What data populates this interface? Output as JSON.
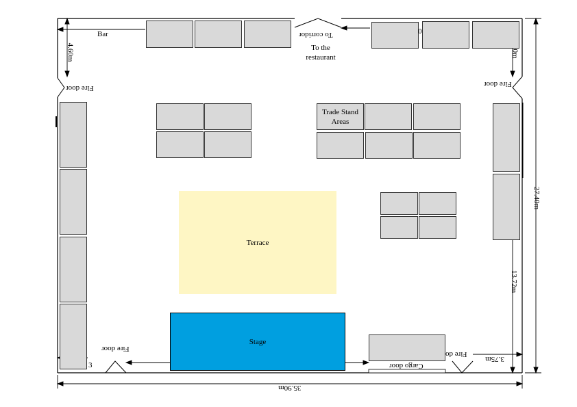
{
  "labels": {
    "bar": "Bar",
    "to_corridor": "To corridor",
    "to_restaurant": "To the restaurant",
    "fire_door": "Fire door",
    "fire_door_partial": "Fire do",
    "cargo_door": "Cargo door",
    "trade_stand_areas": "Trade Stand Areas",
    "terrace": "Terrace",
    "stage": "Stage"
  },
  "dimensions": {
    "width_total": "35.90m",
    "height_total": "27.40m",
    "left_top": "4.60m",
    "right_top": "0m",
    "right_mid": "13.72m",
    "bottom_right": "3.75m",
    "bottom_left": "3",
    "top_mid": "0"
  },
  "colors": {
    "stand_fill": "#d9d9d9",
    "terrace_fill": "#fef6c4",
    "stage_fill": "#009fe0",
    "wall": "#000000"
  }
}
